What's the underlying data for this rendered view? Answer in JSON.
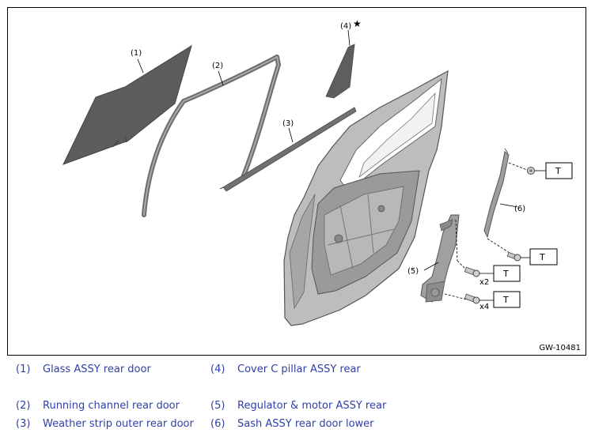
{
  "figure": {
    "code": "GW-10481",
    "callouts": {
      "c1": "(1)",
      "c2": "(2)",
      "c3": "(3)",
      "c4": "(4)",
      "c5": "(5)",
      "c6": "(6)"
    },
    "star_marker": "★",
    "torque_label": "T",
    "quantities": {
      "q1": "x2",
      "q2": "x4"
    }
  },
  "legend": {
    "items": [
      {
        "num": "(1)",
        "text": "Glass ASSY rear door"
      },
      {
        "num": "(2)",
        "text": "Running channel rear door"
      },
      {
        "num": "(3)",
        "text": "Weather strip outer rear door"
      },
      {
        "num": "(4)",
        "text": "Cover C pillar ASSY rear"
      },
      {
        "num": "(5)",
        "text": "Regulator & motor ASSY rear"
      },
      {
        "num": "(6)",
        "text": "Sash ASSY rear door lower"
      }
    ]
  },
  "colors": {
    "part_dark": "#555555",
    "part_mid": "#8a8a8a",
    "part_light": "#bdbdbd",
    "legend_text": "#2f3fa8"
  }
}
